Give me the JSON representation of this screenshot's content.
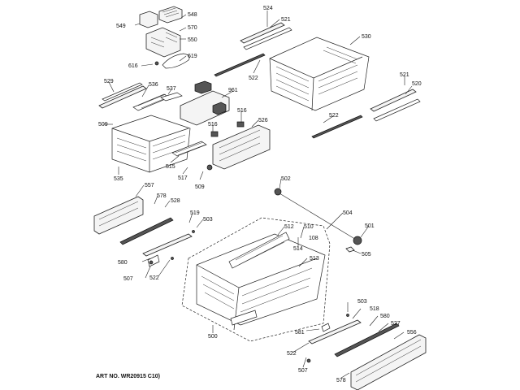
{
  "art_number": "ART NO. WR20915 C10)",
  "callouts": {
    "c524": "524",
    "c521a": "521",
    "c548": "548",
    "c549": "549",
    "c570": "570",
    "c550": "550",
    "c530": "530",
    "c616": "616",
    "c619": "619",
    "c522a": "522",
    "c521b": "521",
    "c520": "520",
    "c529": "529",
    "c536": "536",
    "c537": "537",
    "c961": "961",
    "c509a": "509",
    "c516a": "516",
    "c516b": "516",
    "c526": "526",
    "c522b": "522",
    "c535": "535",
    "c515": "515",
    "c517": "517",
    "c509b": "509",
    "c502": "502",
    "c557": "557",
    "c578a": "578",
    "c528": "528",
    "c519": "519",
    "c503a": "503",
    "c504": "504",
    "c512": "512",
    "c510": "510",
    "c108": "108",
    "c514": "514",
    "c501": "501",
    "c513": "513",
    "c505": "505",
    "c580a": "580",
    "c507a": "507",
    "c522c": "522",
    "c500": "500",
    "c503b": "503",
    "c518": "518",
    "c580b": "580",
    "c527": "527",
    "c556": "556",
    "c581": "581",
    "c522d": "522",
    "c507b": "507",
    "c578b": "578"
  }
}
